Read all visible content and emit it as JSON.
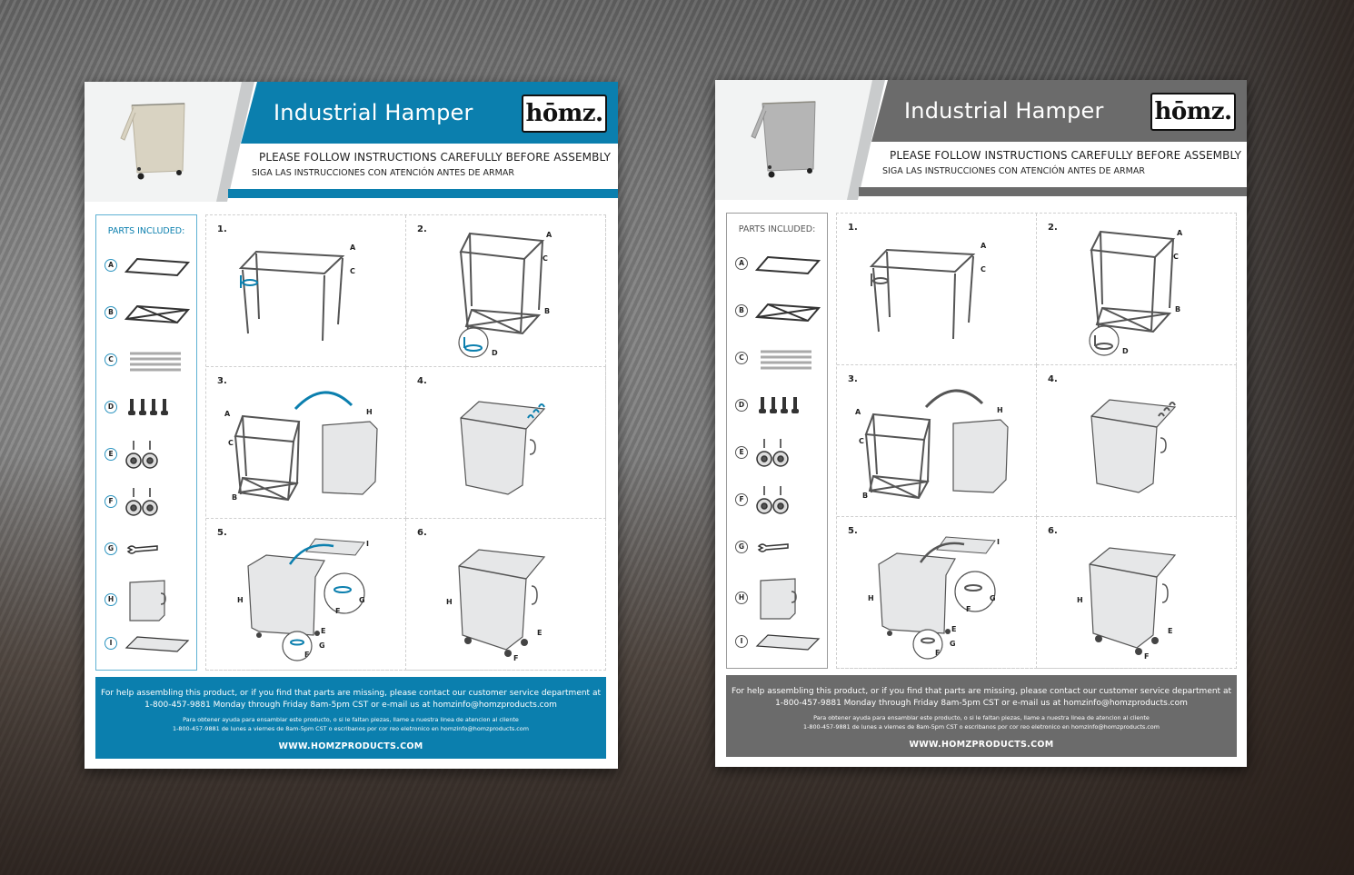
{
  "background": {
    "description": "wood-surface"
  },
  "sheets": [
    {
      "variant": "color",
      "accent_color": "#0b7fae",
      "header": {
        "title": "Industrial Hamper",
        "logo": "hōmz.",
        "instruction_en": "PLEASE FOLLOW INSTRUCTIONS CAREFULLY BEFORE ASSEMBLY",
        "instruction_es": "SIGA LAS INSTRUCCIONES CON ATENCIÓN ANTES DE ARMAR"
      },
      "parts": {
        "heading": "PARTS INCLUDED:",
        "items": [
          {
            "label": "A",
            "icon": "top-frame-icon"
          },
          {
            "label": "B",
            "icon": "bottom-frame-icon"
          },
          {
            "label": "C",
            "icon": "poles-icon"
          },
          {
            "label": "D",
            "icon": "screws-icon"
          },
          {
            "label": "E",
            "icon": "locking-casters-icon"
          },
          {
            "label": "F",
            "icon": "casters-icon"
          },
          {
            "label": "G",
            "icon": "wrench-icon"
          },
          {
            "label": "H",
            "icon": "fabric-bag-icon"
          },
          {
            "label": "I",
            "icon": "base-board-icon"
          }
        ]
      },
      "steps": [
        {
          "number": "1.",
          "labels": [
            "A",
            "C"
          ]
        },
        {
          "number": "2.",
          "labels": [
            "A",
            "C",
            "B",
            "D"
          ]
        },
        {
          "number": "3.",
          "labels": [
            "A",
            "C",
            "B",
            "H"
          ]
        },
        {
          "number": "4.",
          "labels": []
        },
        {
          "number": "5.",
          "labels": [
            "I",
            "H",
            "G",
            "F",
            "E",
            "G",
            "F"
          ]
        },
        {
          "number": "6.",
          "labels": [
            "H",
            "E",
            "F"
          ]
        }
      ],
      "footer": {
        "en_line1": "For help assembling this product, or if you find that parts are missing, please contact our customer service department at",
        "en_line2": "1-800-457-9881 Monday through Friday 8am-5pm CST or e-mail us at homzinfo@homzproducts.com",
        "es_line1": "Para obtener ayuda para ensamblar este producto, o si le faltan piezas, llame a nuestra linea de atencion al cliente",
        "es_line2": "1-800-457-9881 de lunes a viernes de 8am-5pm CST o escribanos por cor reo eletronico en homzinfo@homzproducts.com",
        "url": "WWW.HOMZPRODUCTS.COM"
      }
    },
    {
      "variant": "grayscale",
      "accent_color": "#6b6b6b",
      "header": {
        "title": "Industrial Hamper",
        "logo": "hōmz.",
        "instruction_en": "PLEASE FOLLOW INSTRUCTIONS CAREFULLY BEFORE ASSEMBLY",
        "instruction_es": "SIGA LAS INSTRUCCIONES CON ATENCIÓN ANTES DE ARMAR"
      },
      "parts": {
        "heading": "PARTS INCLUDED:",
        "items": [
          {
            "label": "A",
            "icon": "top-frame-icon"
          },
          {
            "label": "B",
            "icon": "bottom-frame-icon"
          },
          {
            "label": "C",
            "icon": "poles-icon"
          },
          {
            "label": "D",
            "icon": "screws-icon"
          },
          {
            "label": "E",
            "icon": "locking-casters-icon"
          },
          {
            "label": "F",
            "icon": "casters-icon"
          },
          {
            "label": "G",
            "icon": "wrench-icon"
          },
          {
            "label": "H",
            "icon": "fabric-bag-icon"
          },
          {
            "label": "I",
            "icon": "base-board-icon"
          }
        ]
      },
      "steps": [
        {
          "number": "1.",
          "labels": [
            "A",
            "C"
          ]
        },
        {
          "number": "2.",
          "labels": [
            "A",
            "C",
            "B",
            "D"
          ]
        },
        {
          "number": "3.",
          "labels": [
            "A",
            "C",
            "B",
            "H"
          ]
        },
        {
          "number": "4.",
          "labels": []
        },
        {
          "number": "5.",
          "labels": [
            "I",
            "H",
            "G",
            "F",
            "E",
            "G",
            "F"
          ]
        },
        {
          "number": "6.",
          "labels": [
            "H",
            "E",
            "F"
          ]
        }
      ],
      "footer": {
        "en_line1": "For help assembling this product, or if you find that parts are missing, please contact our customer service department at",
        "en_line2": "1-800-457-9881 Monday through Friday 8am-5pm CST or e-mail us at homzinfo@homzproducts.com",
        "es_line1": "Para obtener ayuda para ensamblar este producto, o si le faltan piezas, llame a nuestra linea de atencion al cliente",
        "es_line2": "1-800-457-9881 de lunes a viernes de 8am-5pm CST o escribanos por cor reo eletronico en homzinfo@homzproducts.com",
        "url": "WWW.HOMZPRODUCTS.COM"
      }
    }
  ]
}
